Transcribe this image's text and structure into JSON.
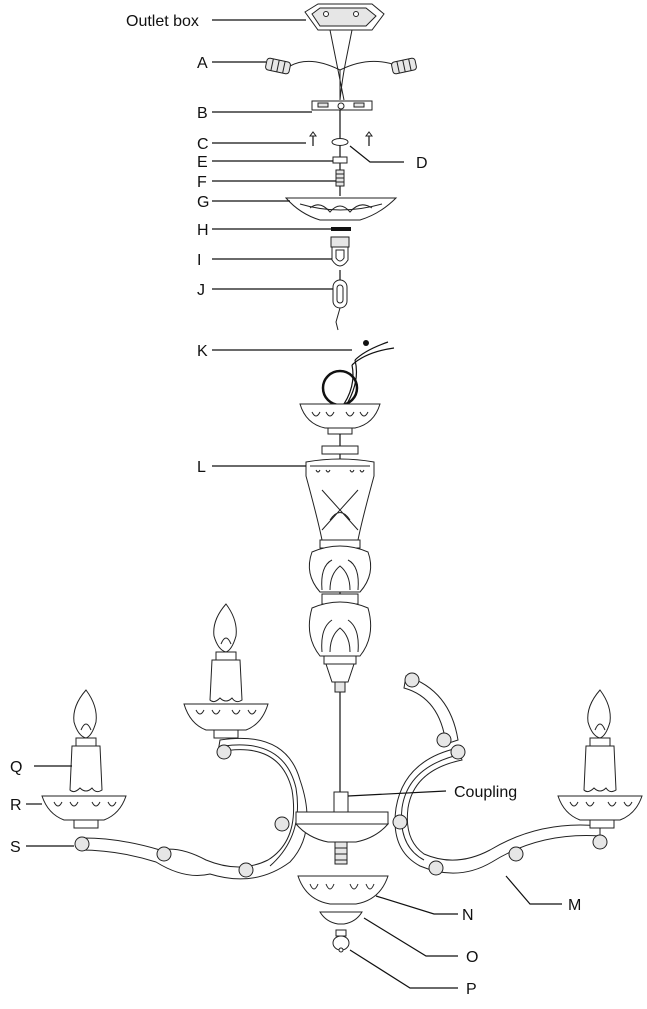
{
  "labels": {
    "outlet_box": "Outlet box",
    "A": "A",
    "B": "B",
    "C": "C",
    "D": "D",
    "E": "E",
    "F": "F",
    "G": "G",
    "H": "H",
    "I": "I",
    "J": "J",
    "K": "K",
    "L": "L",
    "M": "M",
    "N": "N",
    "O": "O",
    "P": "P",
    "Q": "Q",
    "R": "R",
    "S": "S",
    "coupling": "Coupling"
  }
}
